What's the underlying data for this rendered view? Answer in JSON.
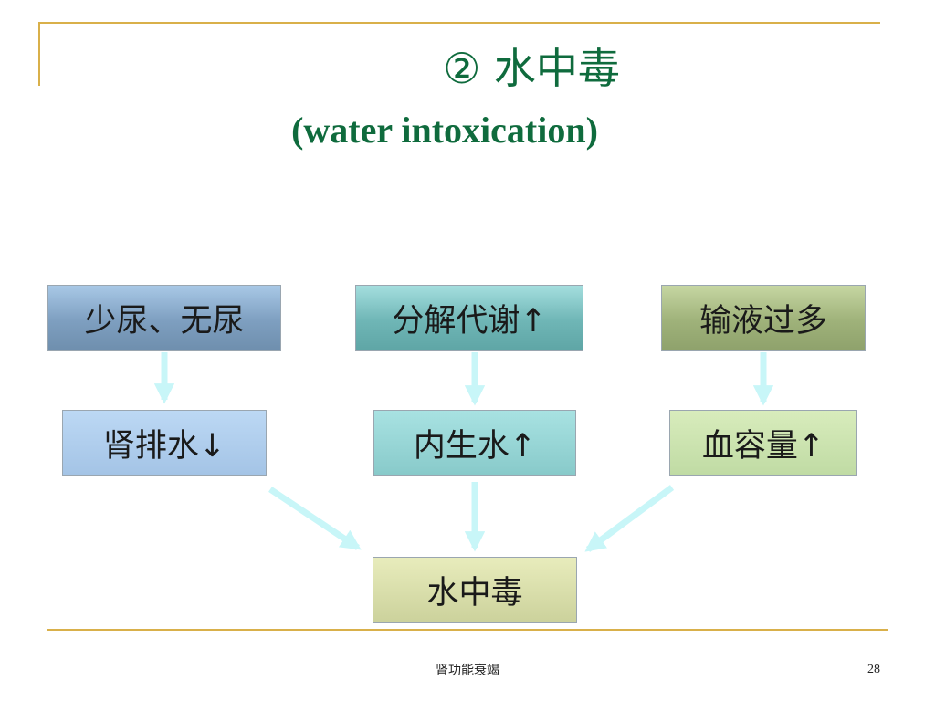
{
  "slide": {
    "title_line1": "② 水中毒",
    "title_line2": "(water intoxication)"
  },
  "diagram": {
    "row1": [
      "少尿、无尿",
      "分解代谢↑",
      "输液过多"
    ],
    "row2": [
      "肾排水↓",
      "内生水↑",
      "血容量↑"
    ],
    "result": "水中毒"
  },
  "footer": {
    "text": "肾功能衰竭",
    "page_number": "28"
  },
  "colors": {
    "title": "#0f6b3d",
    "frame": "#d9b04a",
    "arrow": "#c8f6f8"
  }
}
